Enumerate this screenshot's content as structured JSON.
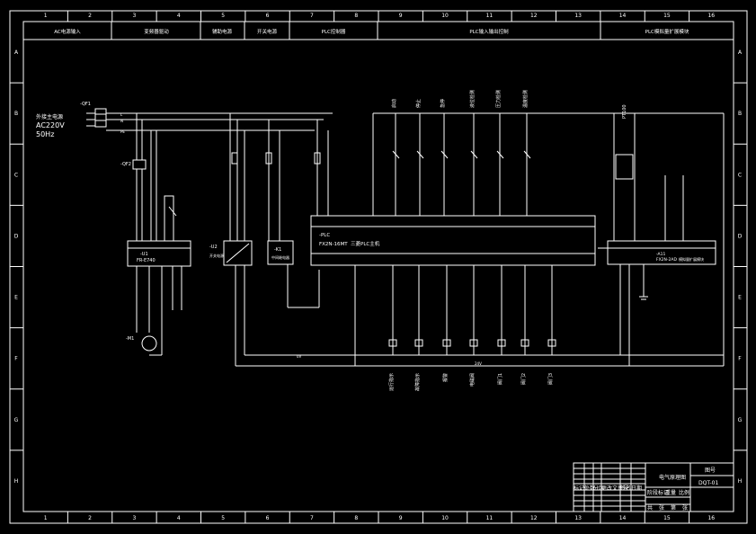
{
  "frame": {
    "column_numbers": [
      "1",
      "2",
      "3",
      "4",
      "5",
      "6",
      "7",
      "8",
      "9",
      "10",
      "11",
      "12",
      "13",
      "14",
      "15",
      "16"
    ],
    "row_letters": [
      "A",
      "B",
      "C",
      "D",
      "E",
      "F",
      "G",
      "H"
    ]
  },
  "header_sections": [
    {
      "id": "power",
      "label": "AC电源输入"
    },
    {
      "id": "drive",
      "label": "变频器驱动"
    },
    {
      "id": "aux",
      "label": "辅助电源"
    },
    {
      "id": "sw",
      "label": "开关电源"
    },
    {
      "id": "plc",
      "label": "PLC控制器"
    },
    {
      "id": "io",
      "label": "PLC输入输出控制"
    },
    {
      "id": "ext",
      "label": "PLC模拟量扩展模块"
    }
  ],
  "supply": {
    "tag": "-QF1",
    "label_cn": "外接主电源",
    "voltage": "AC220V",
    "freq": "50Hz"
  },
  "plc": {
    "tag": "-PLC",
    "model": "FX2N-16MT",
    "desc": "三菱PLC主机"
  },
  "ext_module": {
    "tag": "-A11",
    "model": "FX2N-2AD",
    "desc": "模拟量扩展模块"
  },
  "inverter": {
    "tag": "-U1",
    "model": "FR-E740"
  },
  "dc_supply": {
    "tag": "-U2",
    "label": "开关电源"
  },
  "relay": {
    "tag": "-K1",
    "label": "中间继电器"
  },
  "motor": {
    "tag": "-M1"
  },
  "input_labels": [
    "启动",
    "停止",
    "急停",
    "液位检测",
    "压力检测",
    "温度检测"
  ],
  "output_labels": [
    "运行指示",
    "故障指示",
    "报警",
    "电磁阀",
    "阀门1",
    "阀门2",
    "阀门3"
  ],
  "title_block": {
    "drawing_title": "电气原理图",
    "sheet_label": "图号",
    "drawing_no": "DQT-01",
    "rev_headers": [
      "标记",
      "处数",
      "分区",
      "更改文件号",
      "签名",
      "日期"
    ],
    "stage_headers": [
      "阶段标记",
      "重量",
      "比例"
    ],
    "sheet_cells": [
      "共",
      "张",
      "第",
      "张"
    ]
  }
}
